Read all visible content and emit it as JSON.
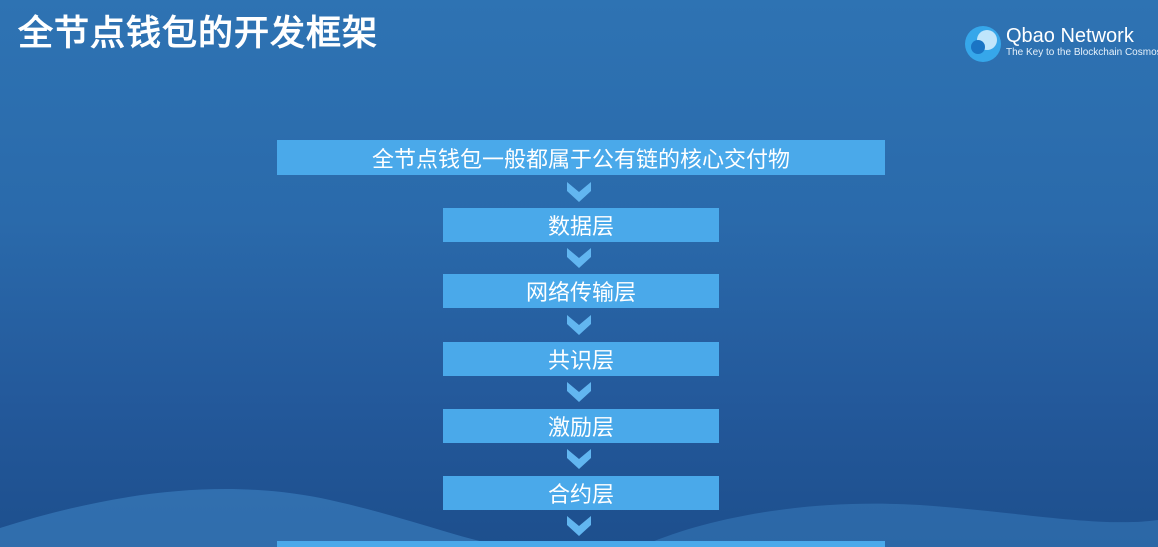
{
  "slide": {
    "title": "全节点钱包的开发框架"
  },
  "logo": {
    "name": "Qbao Network",
    "tagline": "The Key to the Blockchain Cosmos"
  },
  "flow": {
    "header_box": "全节点钱包一般都属于公有链的核心交付物",
    "layers": [
      "数据层",
      "网络传输层",
      "共识层",
      "激励层",
      "合约层"
    ]
  },
  "colors": {
    "background": "#2a6aab",
    "box_fill": "#4aa9ea",
    "arrow_fill": "#62b6f0",
    "text": "#ffffff"
  }
}
